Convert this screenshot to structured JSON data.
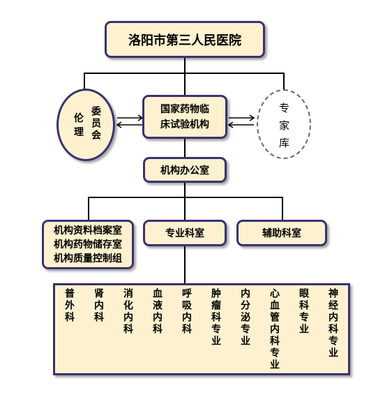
{
  "chart": {
    "top": "洛阳市第三人民医院",
    "ethics_char1": "伦",
    "ethics_char2": "理",
    "ethics_col2": "委员会",
    "trial": "国家药物临床试验机构",
    "experts": "专家库",
    "office": "机构办公室",
    "left_line1": "机构资料档案室",
    "left_line2": "机构药物储存室",
    "left_line3": "机构质量控制组",
    "specialty": "专业科室",
    "support": "辅助科室"
  },
  "departments": [
    "普外科",
    "肾内科",
    "消化内科",
    "血液内科",
    "呼吸内科",
    "肿瘤科专业",
    "内分泌专业",
    "心血管内科专业",
    "眼科专业",
    "神经内科专业"
  ]
}
